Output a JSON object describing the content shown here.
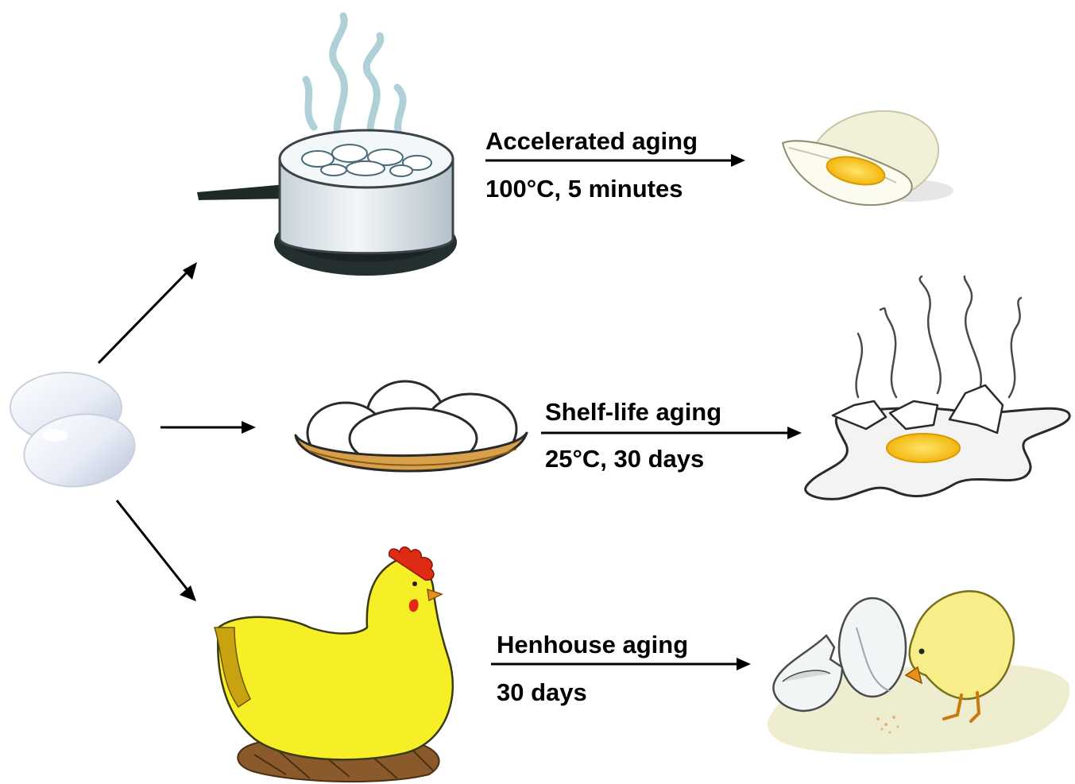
{
  "pathways": [
    {
      "name": "Accelerated aging",
      "condition": "100°C, 5 minutes"
    },
    {
      "name": "Shelf-life aging",
      "condition": "25°C, 30 days"
    },
    {
      "name": "Henhouse aging",
      "condition": "30 days"
    }
  ],
  "icons": {
    "source": "raw-eggs-icon",
    "pathway_1_process": "boiling-pot-icon",
    "pathway_1_result": "boiled-egg-half-icon",
    "pathway_2_process": "egg-basket-icon",
    "pathway_2_result": "rotten-broken-egg-icon",
    "pathway_3_process": "hen-icon",
    "pathway_3_result": "hatched-chick-icon"
  },
  "colors": {
    "steam": "#a8ccd4",
    "pot": "#e3eaee",
    "yolk": "#f6c21e",
    "hen": "#f6ef27",
    "comb": "#e02b14",
    "basket": "#d9a04a",
    "chick": "#f7ee8a"
  }
}
